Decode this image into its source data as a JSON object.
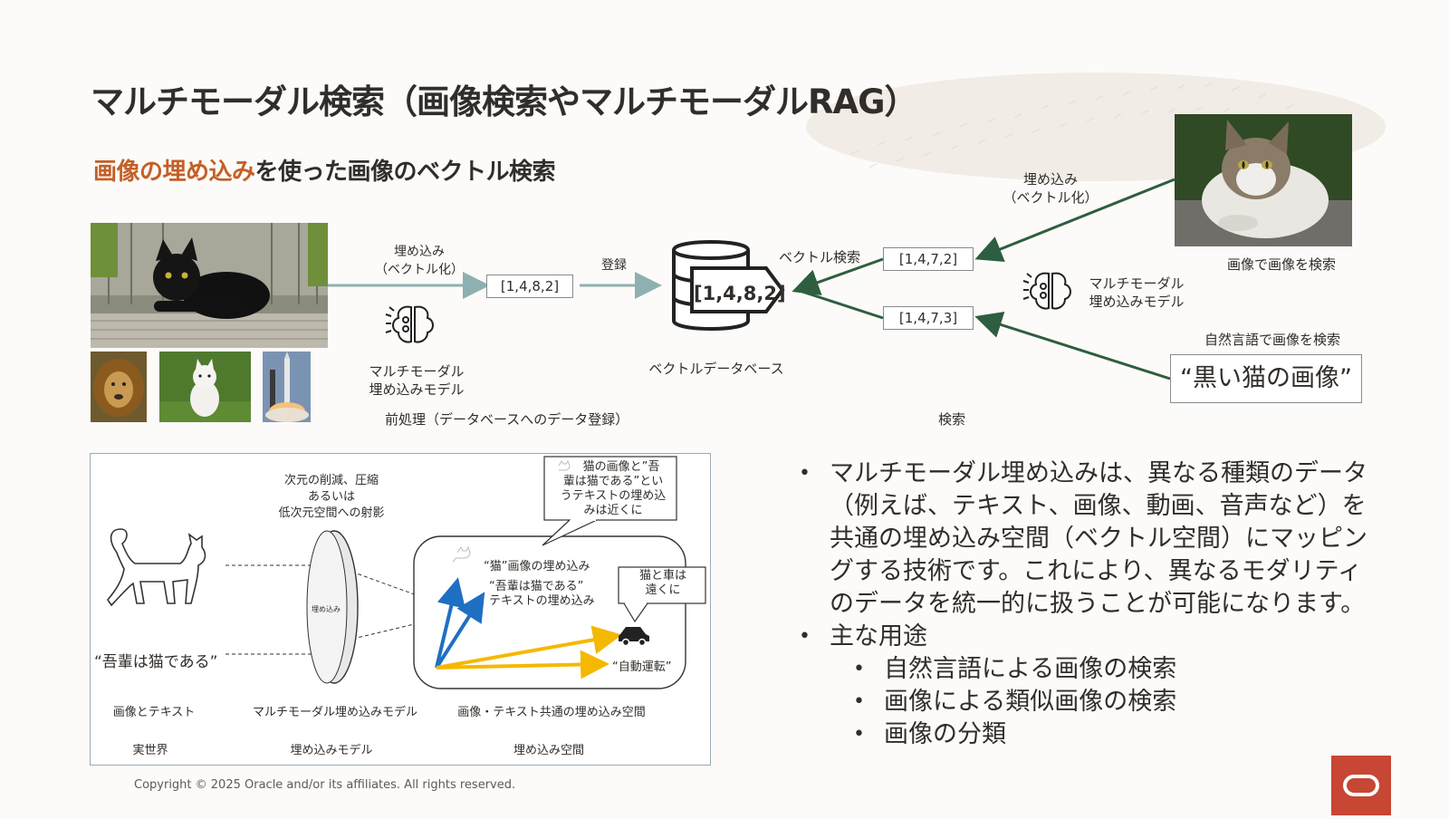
{
  "slide": {
    "title": "マルチモーダル検索（画像検索やマルチモーダルRAG）",
    "subtitle_highlight": "画像の埋め込み",
    "subtitle_rest": "を使った画像のベクトル検索",
    "copyright": "Copyright © 2025 Oracle and/or its affiliates. All rights reserved."
  },
  "flow": {
    "embed_label_1": "埋め込み",
    "embed_label_2": "（ベクトル化）",
    "register_label": "登録",
    "vector_register": "[1,4,8,2]",
    "db_vector": "[1,4,8,2]",
    "db_label": "ベクトルデータベース",
    "model_label_1": "マルチモーダル",
    "model_label_2": "埋め込みモデル",
    "preprocess_label": "前処理（データベースへのデータ登録）",
    "search_label": "ベクトル検索",
    "vector_image": "[1,4,7,2]",
    "vector_text": "[1,4,7,3]",
    "search_section_label": "検索",
    "right_embed_1": "埋め込み",
    "right_embed_2": "（ベクトル化）",
    "right_model_1": "マルチモーダル",
    "right_model_2": "埋め込みモデル",
    "image_search_label": "画像で画像を検索",
    "text_search_label": "自然言語で画像を検索",
    "query_text": "“黒い猫の画像”"
  },
  "concept": {
    "projection_1": "次元の削減、圧縮",
    "projection_2": "あるいは",
    "projection_3": "低次元空間への射影",
    "lens_label": "埋め込み",
    "text_phrase": "“吾輩は猫である”",
    "bubble_near_1": "猫の画像と”吾",
    "bubble_near_2": "輩は猫である”とい",
    "bubble_near_3": "うテキストの埋め込",
    "bubble_near_4": "みは近くに",
    "cat_embed": "“猫”画像の埋め込み",
    "text_embed_1": "“吾輩は猫である”",
    "text_embed_2": "テキストの埋め込み",
    "bubble_far_1": "猫と車は",
    "bubble_far_2": "遠くに",
    "auto_drive": "“自動運転”",
    "col1_desc": "画像とテキスト",
    "col2_desc": "マルチモーダル埋め込みモデル",
    "col3_desc": "画像・テキスト共通の埋め込み空間",
    "col1_title": "実世界",
    "col2_title": "埋め込みモデル",
    "col3_title": "埋め込み空間"
  },
  "bullets": {
    "main": "マルチモーダル埋め込みは、異なる種類のデータ（例えば、テキスト、画像、動画、音声など）を共通の埋め込み空間（ベクトル空間）にマッピングする技術です。これにより、異なるモダリティのデータを統一的に扱うことが可能になります。",
    "uses_title": "主な用途",
    "uses": [
      "自然言語による画像の検索",
      "画像による類似画像の検索",
      "画像の分類"
    ]
  },
  "colors": {
    "accent_orange": "#c45f27",
    "arrow_green": "#2e5e3f",
    "arrow_gray": "#8fb0b0",
    "oracle_red": "#c74634",
    "vec_blue": "#1f6fc2",
    "vec_yellow": "#f5b800"
  }
}
